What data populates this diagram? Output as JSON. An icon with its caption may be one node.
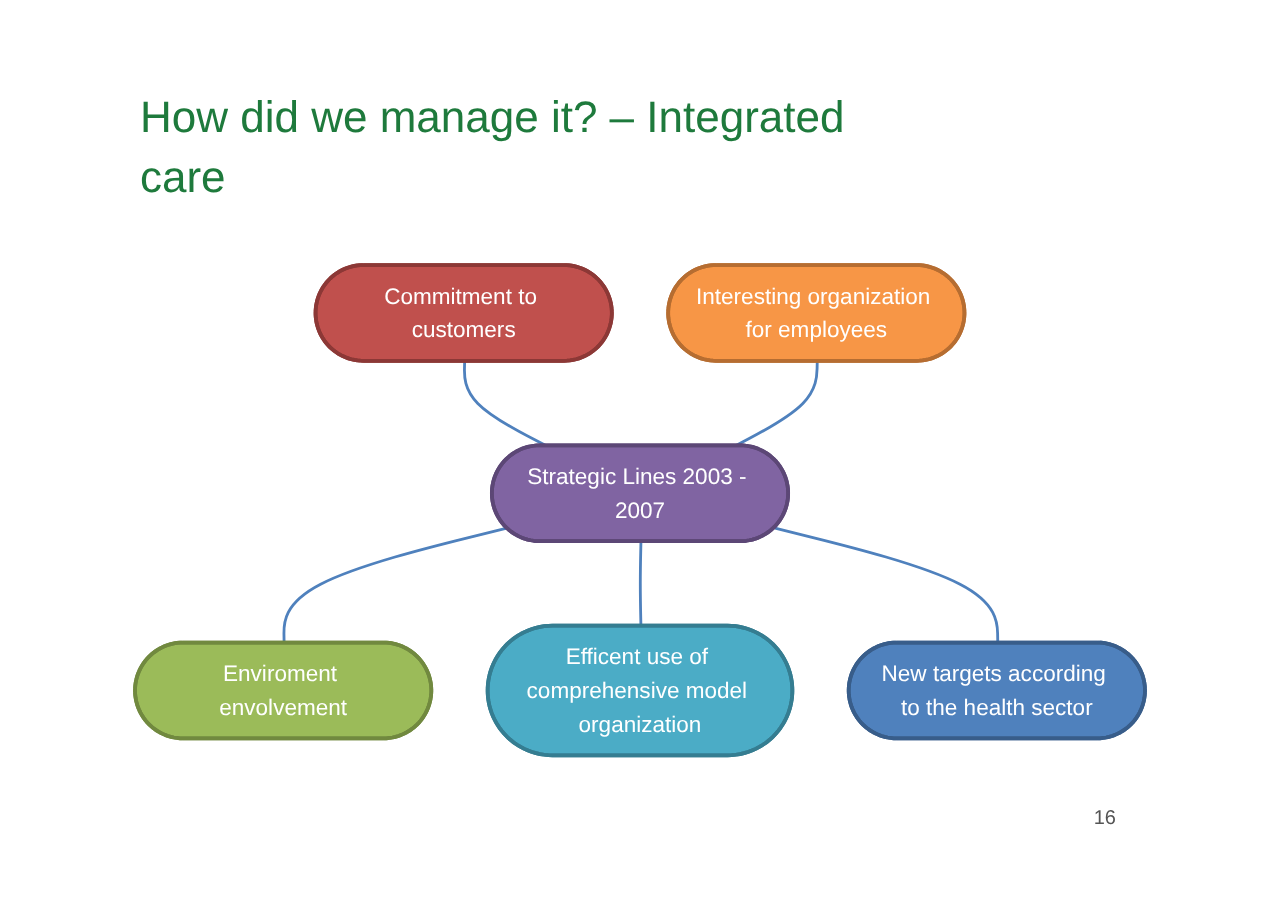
{
  "diagram": {
    "title": "How did we manage it? – Integrated care",
    "nodes": [
      {
        "text": [
          "Commitment to customers"
        ]
      },
      {
        "text": [
          "Interesting organization for employees"
        ]
      },
      {
        "text": [
          "Strategic Lines 2003 - 2007"
        ]
      },
      {
        "text": [
          "Enviroment envolvement"
        ]
      },
      {
        "text": [
          "New targets according to the health sector"
        ]
      },
      {
        "text": [
          "Efficent use of comprehensive model organization"
        ]
      }
    ],
    "edges": [
      {
        "from": 0,
        "to": 2,
        "arrow": "none"
      },
      {
        "from": 1,
        "to": 2,
        "arrow": "none"
      },
      {
        "from": 2,
        "to": 3,
        "arrow": "none"
      },
      {
        "from": 2,
        "to": 5,
        "arrow": "none"
      },
      {
        "from": 2,
        "to": 4,
        "arrow": "none"
      }
    ],
    "labels": [
      "16"
    ]
  }
}
